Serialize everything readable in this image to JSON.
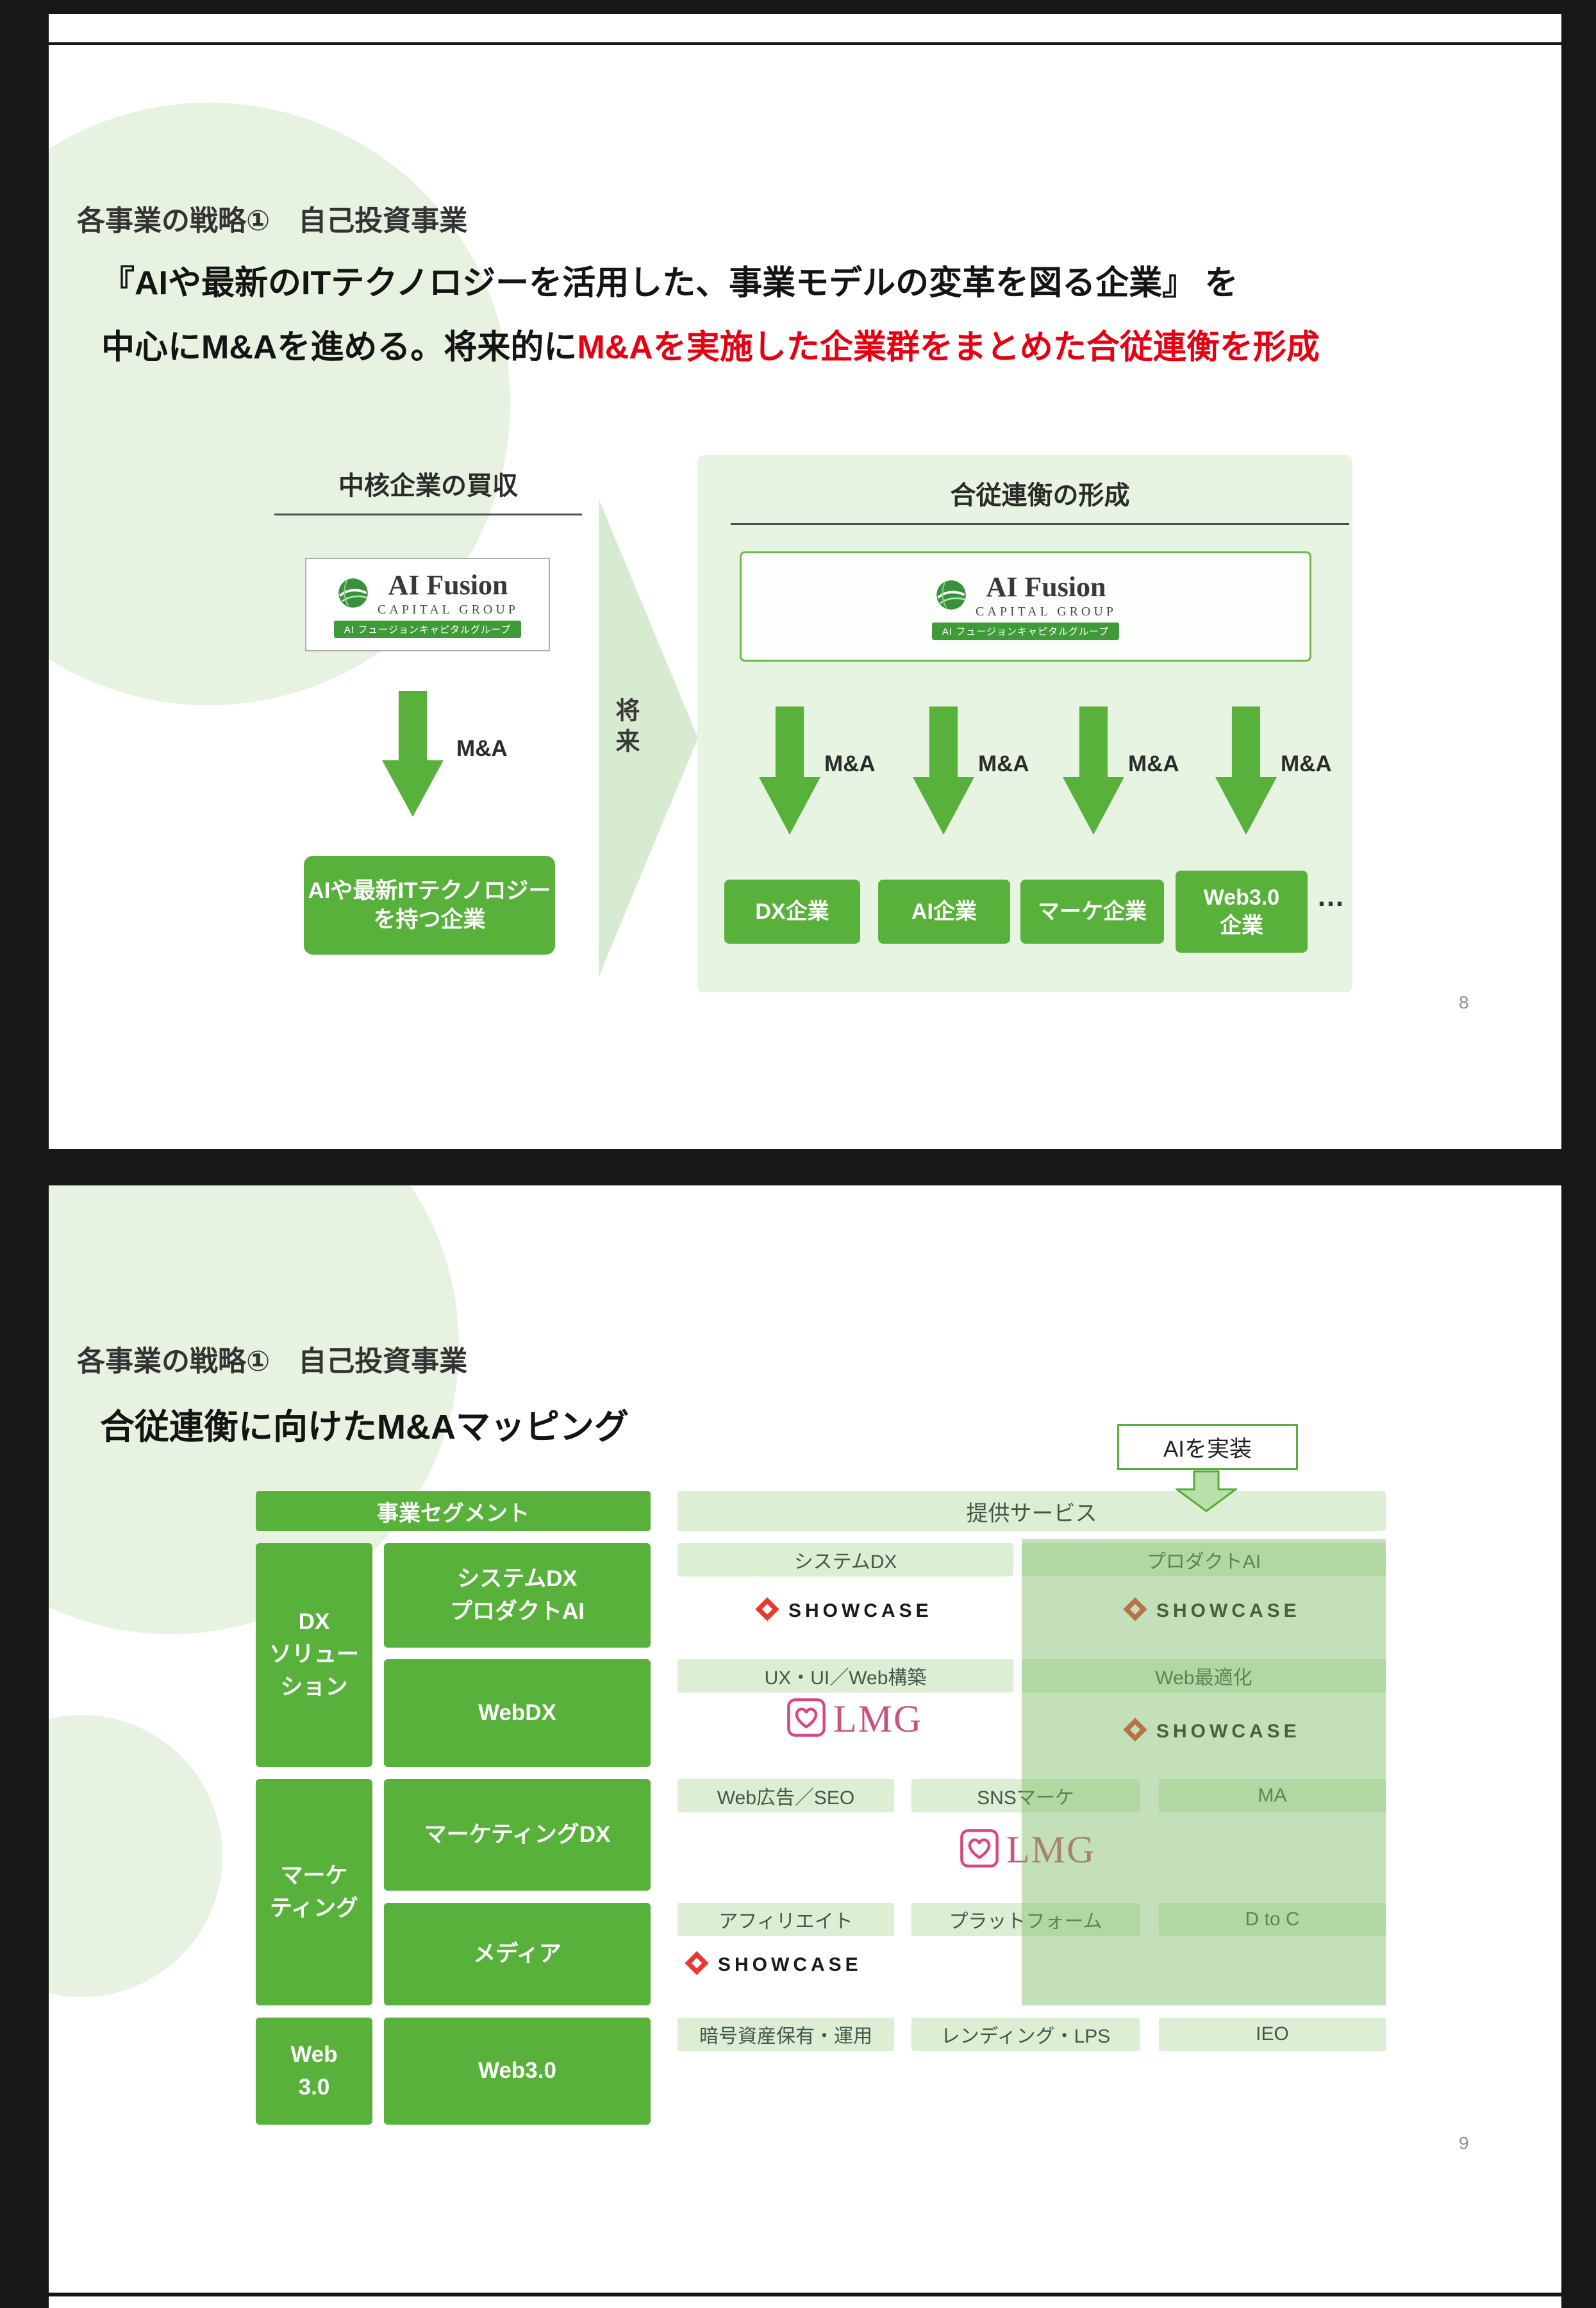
{
  "colors": {
    "accent_green": "#58b13a",
    "light_green": "#dcefd4",
    "pale_green": "#e7f3e0",
    "container_green": "#e8f4e2",
    "headline_red": "#e60012",
    "showcase_red": "#e8382f",
    "lmg_pink": "#c8547e",
    "viewer_background": "#171717"
  },
  "aifusion_logo": {
    "name": "AI Fusion",
    "subname": "CAPITAL GROUP",
    "tagline": "AI フュージョンキャピタルグループ"
  },
  "showcase_logo": {
    "text": "SHOWCASE"
  },
  "lmg_logo": {
    "text": "LMG"
  },
  "slide1": {
    "title": "各事業の戦略①　自己投資事業",
    "headline": {
      "line1": "『AIや最新のITテクノロジーを活用した、事業モデルの変革を図る企業』 を",
      "line2_black": "中心にM&Aを進める。将来的に",
      "line2_red": "M&Aを実施した企業群をまとめた合従連衡を形成"
    },
    "left_header": "中核企業の買収",
    "ma_label": "M&A",
    "target_company": "AIや最新ITテクノロジー\nを持つ企業",
    "future_label": "将来",
    "right_header": "合従連衡の形成",
    "companies": [
      "DX企業",
      "AI企業",
      "マーケ企業",
      "Web3.0\n企業"
    ],
    "ellipsis": "…",
    "page_number": "8"
  },
  "slide2": {
    "title": "各事業の戦略①　自己投資事業",
    "subtitle": "合従連衡に向けたM&Aマッピング",
    "ai_badge": "AIを実装",
    "segment_header": "事業セグメント",
    "service_header": "提供サービス",
    "segments": [
      "DX\nソリュー\nション",
      "マーケ\nティング",
      "Web\n3.0"
    ],
    "subsegments": [
      "システムDX\nプロダクトAI",
      "WebDX",
      "マーケティングDX",
      "メディア",
      "Web3.0"
    ],
    "services": {
      "row1": [
        "システムDX",
        "プロダクトAI"
      ],
      "row2": [
        "UX・UI／Web構築",
        "Web最適化"
      ],
      "row3": [
        "Web広告／SEO",
        "SNSマーケ",
        "MA"
      ],
      "row4": [
        "アフィリエイト",
        "プラットフォーム",
        "D to C"
      ],
      "row5": [
        "暗号資産保有・運用",
        "レンディング・LPS",
        "IEO"
      ]
    },
    "page_number": "9"
  }
}
